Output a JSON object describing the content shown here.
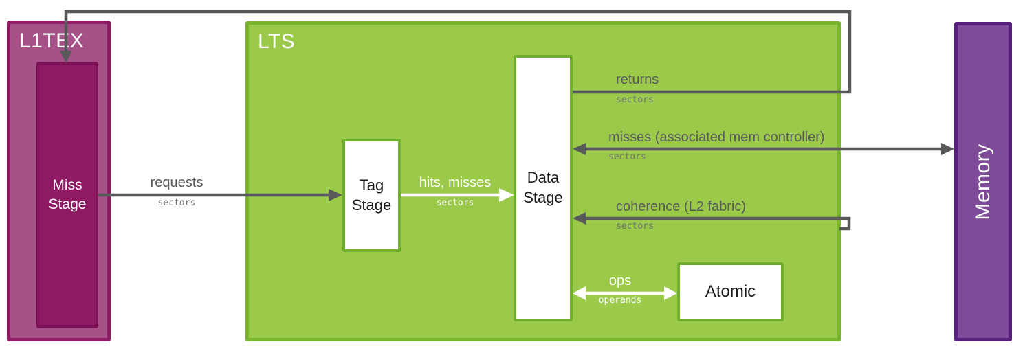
{
  "blocks": {
    "l1tex": {
      "label": "L1TEX"
    },
    "miss_stage": {
      "label": "Miss Stage"
    },
    "lts": {
      "label": "LTS"
    },
    "tag_stage": {
      "label": "Tag Stage"
    },
    "data_stage": {
      "label": "Data Stage"
    },
    "atomic": {
      "label": "Atomic"
    },
    "memory": {
      "label": "Memory"
    }
  },
  "edges": {
    "requests": {
      "label": "requests",
      "unit": "sectors"
    },
    "hits_misses": {
      "label": "hits, misses",
      "unit": "sectors"
    },
    "returns": {
      "label": "returns",
      "unit": "sectors"
    },
    "misses": {
      "label": "misses (associated mem controller)",
      "unit": "sectors"
    },
    "coherence": {
      "label": "coherence (L2 fabric)",
      "unit": "sectors"
    },
    "ops": {
      "label": "ops",
      "unit": "operands"
    }
  },
  "colors": {
    "l1tex_fill": "#a75189",
    "l1tex_border": "#8e1a63",
    "miss_stage_fill": "#8e1a63",
    "lts_fill": "#9bca4b",
    "lts_border": "#77b62a",
    "stage_box_border": "#70af2d",
    "memory_fill": "#7d4b97",
    "memory_border": "#5a2080",
    "arrow_gray": "#58595b",
    "arrow_white": "#ffffff"
  }
}
